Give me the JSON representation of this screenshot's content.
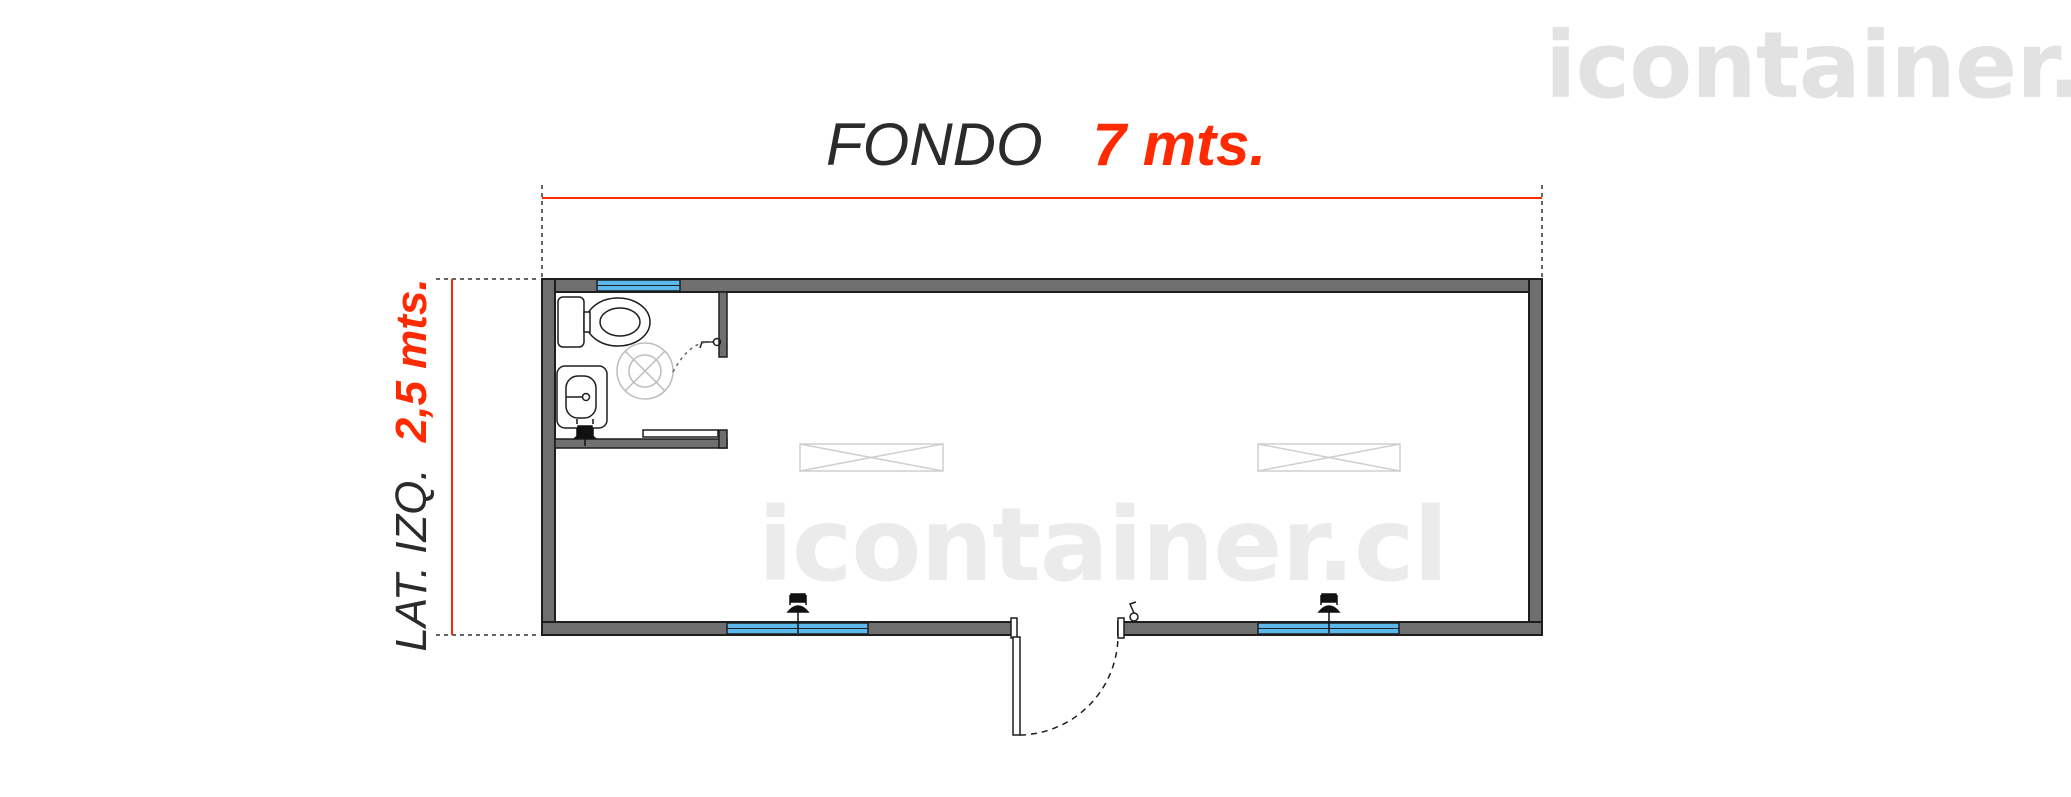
{
  "watermark": {
    "text": "icontainer.cl"
  },
  "dimensions": {
    "width": {
      "label": "FONDO",
      "value": "7 mts."
    },
    "height": {
      "label": "LAT. IZQ.",
      "value": "2,5 mts."
    }
  },
  "colors": {
    "wall": "#6f6f6f",
    "wall_outline": "#1e1e1e",
    "window_glass": "#5bb8ec",
    "dimension_accent": "#ff2a00",
    "dimension_text": "#2b2b2b",
    "watermark": "#e2e2e2"
  },
  "icons": [
    "toilet-icon",
    "sink-icon",
    "shower-drain-icon",
    "electrical-outlet-icon",
    "light-switch-icon",
    "ceiling-light-icon",
    "window-icon",
    "door-icon"
  ]
}
